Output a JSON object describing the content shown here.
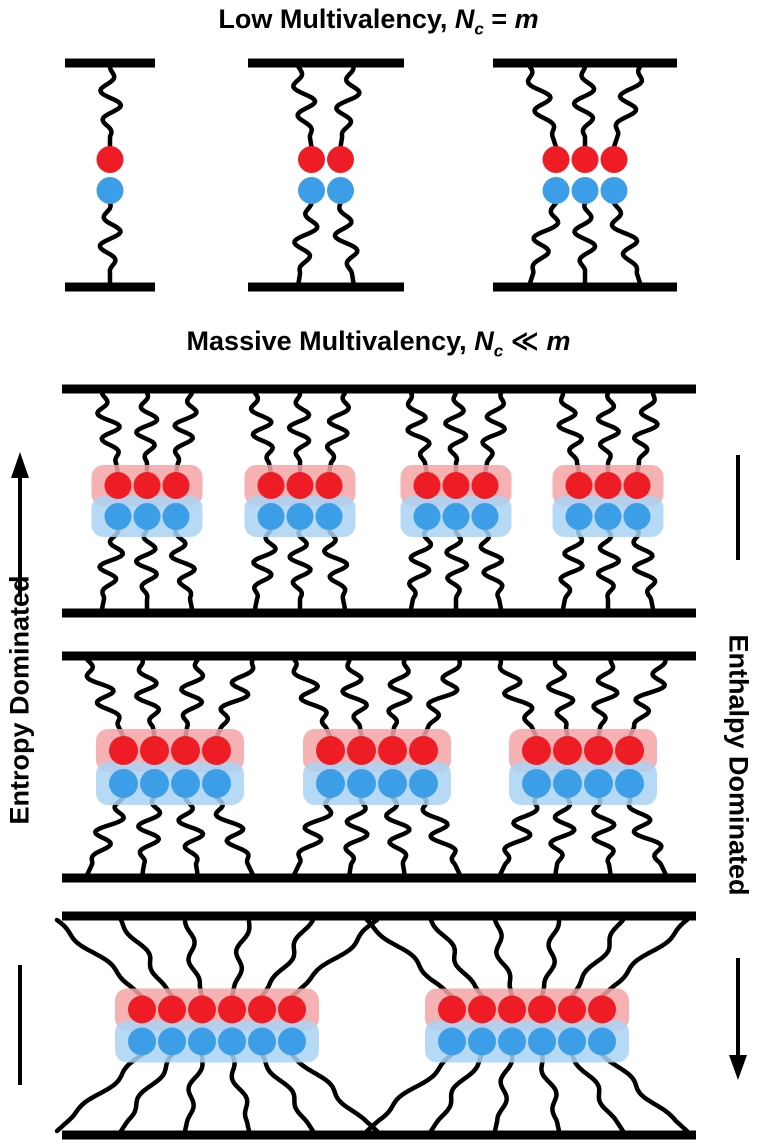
{
  "titles": {
    "low": {
      "prefix": "Low Multivalency, ",
      "N": "N",
      "sub": "c",
      "rel": " = ",
      "m": "m"
    },
    "massive": {
      "prefix": "Massive Multivalency, ",
      "N": "N",
      "sub": "c",
      "rel": " ≪ ",
      "m": "m"
    }
  },
  "side_labels": {
    "left": "Entropy Dominated",
    "right": "Enthalpy Dominated"
  },
  "colors": {
    "red_bead": "#ee1c25",
    "blue_bead": "#3d9ee8",
    "red_halo": "#f4a3a6",
    "blue_halo": "#a9d3f5",
    "line": "#000000"
  },
  "diagram": {
    "low_panels_beads": [
      1,
      2,
      3
    ],
    "massive_rows": [
      {
        "clusters": 4,
        "beads_per_cluster": 3
      },
      {
        "clusters": 3,
        "beads_per_cluster": 4
      },
      {
        "clusters": 2,
        "beads_per_cluster": 6
      }
    ]
  }
}
